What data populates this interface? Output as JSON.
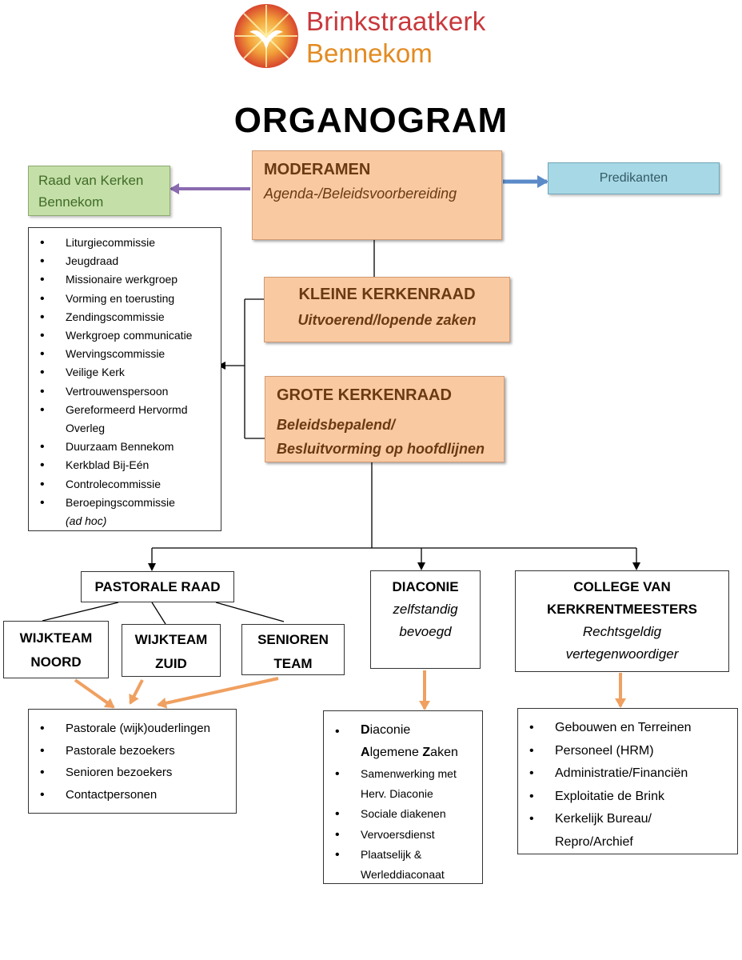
{
  "logo": {
    "icon": "dove-sun-icon",
    "line1": "Brinkstraatkerk",
    "line2": "Bennekom",
    "colors": {
      "red": "#c8383c",
      "orange": "#e38b22"
    }
  },
  "title": "ORGANOGRAM",
  "moderamen": {
    "title": "MODERAMEN",
    "subtitle": "Agenda-/Beleidsvoorbereiding"
  },
  "raad_van_kerken": {
    "line1": "Raad van Kerken",
    "line2": "Bennekom"
  },
  "predikanten": {
    "label": "Predikanten"
  },
  "kleine_kerkenraad": {
    "title": "KLEINE KERKENRAAD",
    "subtitle": "Uitvoerend/lopende zaken"
  },
  "grote_kerkenraad": {
    "title": "GROTE KERKENRAAD",
    "subtitle_line1": "Beleidsbepalend/",
    "subtitle_line2": "Besluitvorming op hoofdlijnen"
  },
  "commissies": {
    "items": [
      "Liturgiecommissie",
      "Jeugdraad",
      "Missionaire werkgroep",
      "Vorming en toerusting",
      "Zendingscommissie",
      "Werkgroep communicatie",
      "Wervingscommissie",
      "Veilige Kerk",
      "Vertrouwenspersoon",
      "Gereformeerd Hervormd",
      "Overleg",
      "Duurzaam Bennekom",
      "Kerkblad Bij-Eén",
      "Controlecommissie",
      "Beroepingscommissie",
      "(ad hoc)"
    ]
  },
  "pastorale_raad": {
    "title": "PASTORALE RAAD"
  },
  "wijkteam_noord": {
    "line1": "WIJKTEAM",
    "line2": "NOORD"
  },
  "wijkteam_zuid": {
    "line1": "WIJKTEAM",
    "line2": "ZUID"
  },
  "senioren_team": {
    "line1": "SENIOREN",
    "line2": "TEAM"
  },
  "diaconie": {
    "title": "DIACONIE",
    "sub_line1": "zelfstandig",
    "sub_line2": "bevoegd"
  },
  "college": {
    "title_line1": "COLLEGE VAN",
    "title_line2": "KERKRENTMEESTERS",
    "sub_line1": "Rechtsgeldig",
    "sub_line2": "vertegenwoordiger"
  },
  "pastorale_list": {
    "items": [
      "Pastorale (wijk)ouderlingen",
      "Pastorale bezoekers",
      "Senioren bezoekers",
      "Contactpersonen"
    ]
  },
  "diaconie_list": {
    "item1_line1": {
      "cap1": "D",
      "rest1": "iaconie"
    },
    "item1_line2": {
      "cap1": "A",
      "rest1": "lgemene ",
      "cap2": "Z",
      "rest2": "aken"
    },
    "items": [
      "Samenwerking met",
      "Herv. Diaconie",
      "Sociale diakenen",
      "Vervoersdienst",
      "Plaatselijk &",
      "Werleddiaconaat"
    ]
  },
  "college_list": {
    "items": [
      "Gebouwen en Terreinen",
      "Personeel (HRM)",
      "Administratie/Financiën",
      "Exploitatie de Brink",
      "Kerkelijk Bureau/",
      "Repro/Archief"
    ]
  },
  "colors": {
    "peach": "#f9c9a2",
    "brown_text": "#6b3a12",
    "green_box": "#c4dfa8",
    "blue_box": "#a7d8e5",
    "purple_arrow": "#8a6bb0",
    "blue_arrow": "#5b8ac8",
    "orange_arrow": "#f0a060"
  }
}
